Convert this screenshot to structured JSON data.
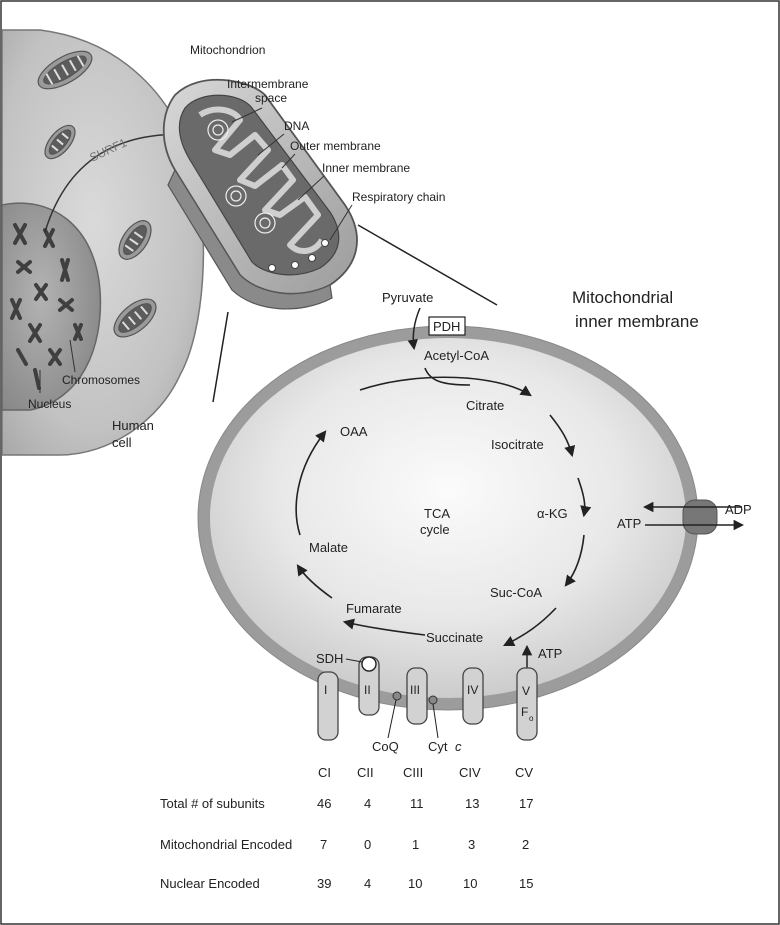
{
  "cell": {
    "surf1": "SURF1",
    "chromosomes": "Chromosomes",
    "nucleus": "Nucleus",
    "human_cell_1": "Human",
    "human_cell_2": "cell"
  },
  "mito": {
    "title": "Mitochondrion",
    "intermembrane_1": "Intermembrane",
    "intermembrane_2": "space",
    "dna": "DNA",
    "outer_membrane": "Outer membrane",
    "inner_membrane": "Inner membrane",
    "respiratory_chain": "Respiratory chain"
  },
  "zoom": {
    "title_1": "Mitochondrial",
    "title_2": "inner membrane",
    "pyruvate": "Pyruvate",
    "pdh": "PDH",
    "tca_1": "TCA",
    "tca_2": "cycle",
    "atp_left": "ATP",
    "adp": "ADP",
    "atp_bottom": "ATP",
    "sdh": "SDH",
    "coq": "CoQ",
    "cytc_a": "Cyt",
    "cytc_b": "c",
    "fo_f": "F",
    "fo_o": "o"
  },
  "metabolites": {
    "acetyl_coa": "Acetyl-CoA",
    "citrate": "Citrate",
    "isocitrate": "Isocitrate",
    "akg": "α-KG",
    "suc_coa": "Suc-CoA",
    "succinate": "Succinate",
    "fumarate": "Fumarate",
    "malate": "Malate",
    "oaa": "OAA"
  },
  "complexes": {
    "roman": [
      "I",
      "II",
      "III",
      "IV",
      "V"
    ],
    "headers": [
      "CI",
      "CII",
      "CIII",
      "CIV",
      "CV"
    ]
  },
  "table": {
    "rows": [
      {
        "label": "Total # of subunits",
        "values": [
          "46",
          "4",
          "11",
          "13",
          "17"
        ]
      },
      {
        "label": "Mitochondrial Encoded",
        "values": [
          "7",
          "0",
          "1",
          "3",
          "2"
        ]
      },
      {
        "label": "Nuclear Encoded",
        "values": [
          "39",
          "4",
          "10",
          "10",
          "15"
        ]
      }
    ]
  },
  "colors": {
    "cell_fill": "#bdbdbd",
    "nucleus_fill": "#8e8e8e",
    "membrane_gray": "#9a9a9a",
    "matrix_light": "#e4e4e4",
    "dark": "#3a3a3a"
  }
}
